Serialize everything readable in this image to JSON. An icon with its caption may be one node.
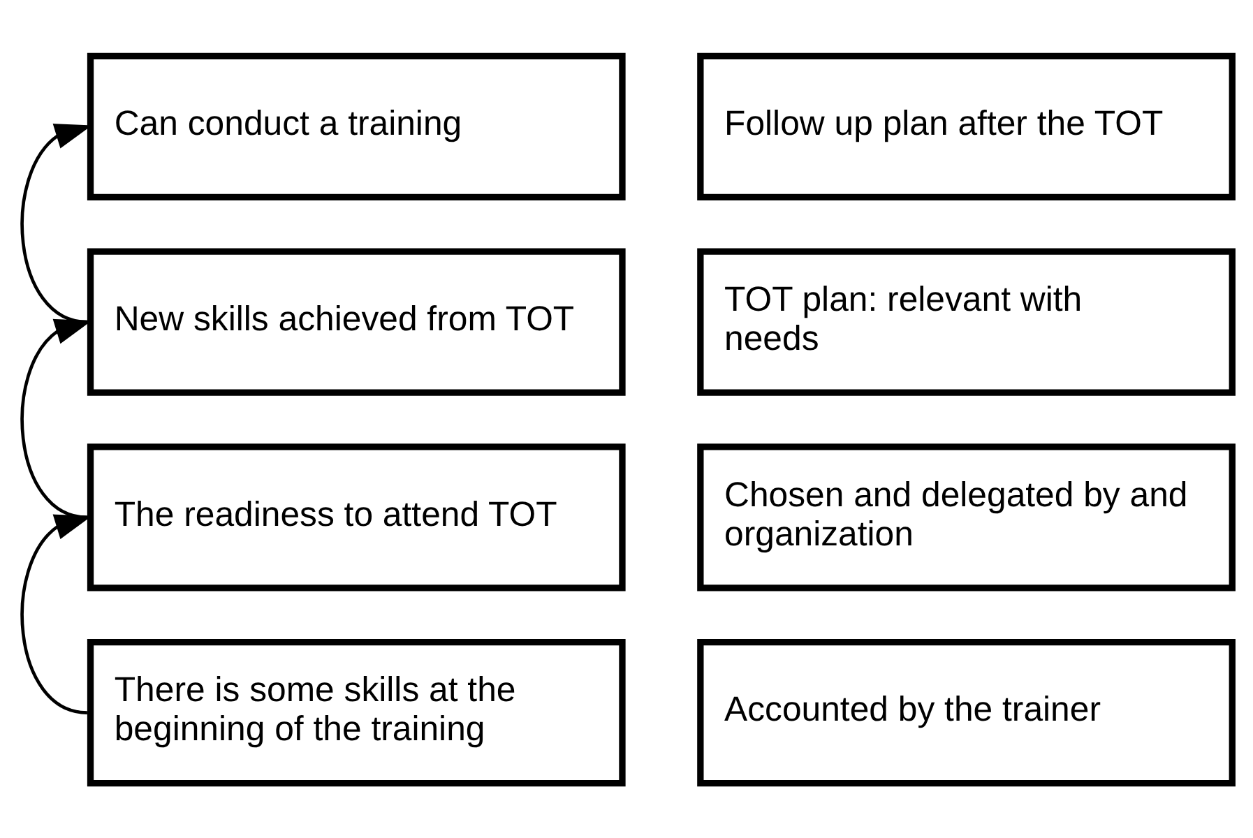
{
  "diagram": {
    "nodes": [
      {
        "text": [
          "Can conduct a training"
        ]
      },
      {
        "text": [
          "Follow up plan after the TOT"
        ]
      },
      {
        "text": [
          "New skills achieved from TOT"
        ]
      },
      {
        "text": [
          "TOT plan: relevant with needs"
        ]
      },
      {
        "text": [
          "The readiness to attend TOT"
        ]
      },
      {
        "text": [
          "Chosen and delegated by and organization"
        ]
      },
      {
        "text": [
          "There is some skills at the beginning of the training"
        ]
      },
      {
        "text": [
          "Accounted by the trainer"
        ]
      }
    ],
    "edges": [
      {
        "from": 6,
        "to": 4,
        "arrow": "to"
      },
      {
        "from": 4,
        "to": 2,
        "arrow": "to"
      },
      {
        "from": 2,
        "to": 0,
        "arrow": "to"
      }
    ]
  }
}
